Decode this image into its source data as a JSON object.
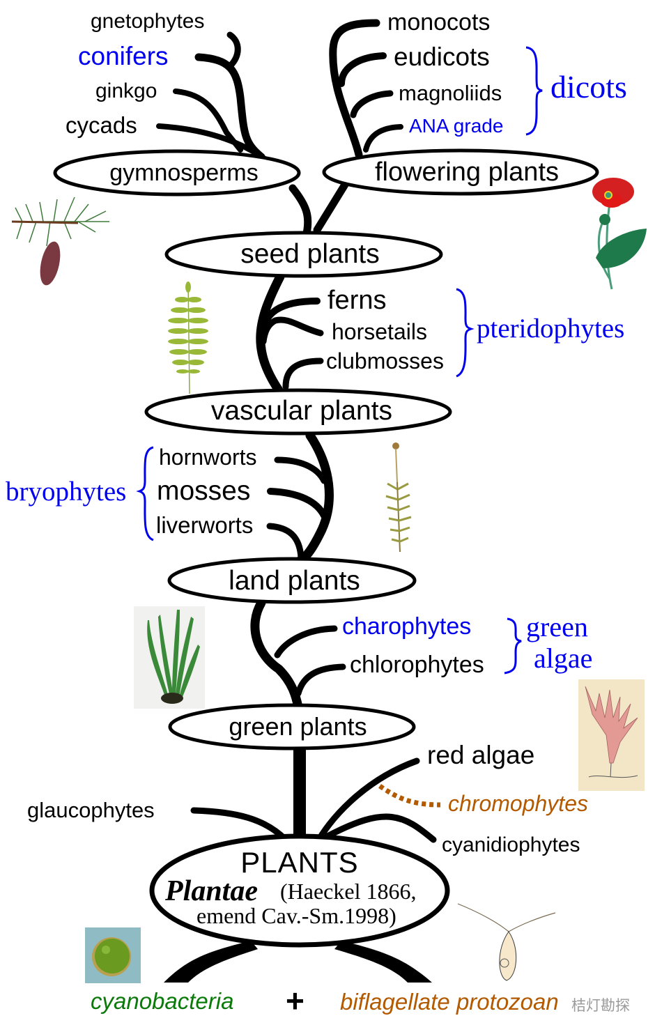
{
  "diagram": {
    "title": "PLANTS",
    "root": {
      "name": "PLANTS",
      "latin": "Plantae",
      "authority_line1": "(Haeckel 1866,",
      "authority_line2": "emend Cav.-Sm.1998)"
    },
    "nodes": {
      "gymnosperms": "gymnosperms",
      "flowering_plants": "flowering plants",
      "seed_plants": "seed plants",
      "vascular_plants": "vascular plants",
      "land_plants": "land plants",
      "green_plants": "green plants"
    },
    "leaves": {
      "gnetophytes": "gnetophytes",
      "conifers": "conifers",
      "ginkgo": "ginkgo",
      "cycads": "cycads",
      "monocots": "monocots",
      "eudicots": "eudicots",
      "magnoliids": "magnoliids",
      "ana_grade": "ANA grade",
      "ferns": "ferns",
      "horsetails": "horsetails",
      "clubmosses": "clubmosses",
      "hornworts": "hornworts",
      "mosses": "mosses",
      "liverworts": "liverworts",
      "charophytes": "charophytes",
      "chlorophytes": "chlorophytes",
      "red_algae": "red algae",
      "chromophytes": "chromophytes",
      "glaucophytes": "glaucophytes",
      "cyanidiophytes": "cyanidiophytes"
    },
    "groups": {
      "dicots": "dicots",
      "pteridophytes": "pteridophytes",
      "bryophytes": "bryophytes",
      "green_algae_line1": "green",
      "green_algae_line2": "algae"
    },
    "origins": {
      "left": "cyanobacteria",
      "plus": "+",
      "right": "biflagellate protozoan"
    },
    "illustrations": [
      "pine-branch-with-cone",
      "poppy-flower",
      "fern-frond",
      "moss-sporophyte",
      "green-alga",
      "red-alga",
      "cyanobacterium-cell",
      "biflagellate-protozoan"
    ],
    "watermark": "桔灯勘探",
    "colors": {
      "highlight_blue": "#0000ee",
      "origin_green": "#0a7a0a",
      "origin_brown": "#b35a00",
      "branch": "#000000"
    }
  }
}
